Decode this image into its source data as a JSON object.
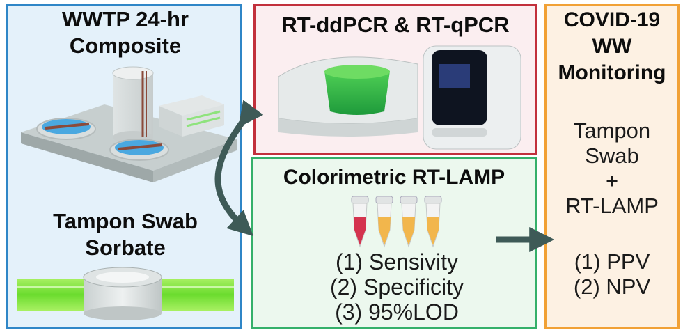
{
  "left_panel": {
    "title_line1": "WWTP 24-hr",
    "title_line2": "Composite",
    "subtitle_line1": "Tampon Swab",
    "subtitle_line2": "Sorbate"
  },
  "qpcr_panel": {
    "title": "RT-ddPCR & RT-qPCR"
  },
  "lamp_panel": {
    "title": "Colorimetric RT-LAMP",
    "items": [
      "(1) Sensivity",
      "(2) Specificity",
      "(3) 95%LOD"
    ]
  },
  "right_panel": {
    "title_line1": "COVID-19",
    "title_line2": "WW",
    "title_line3": "Monitoring",
    "method_line1": "Tampon",
    "method_line2": "Swab",
    "method_plus": "+",
    "method_line3": "RT-LAMP",
    "items": [
      "(1) PPV",
      "(2) NPV"
    ]
  },
  "colors": {
    "left_border": "#2f86c7",
    "qpcr_border": "#c2303c",
    "lamp_border": "#35b06a",
    "right_border": "#f1a136",
    "arrow": "#3e5a57"
  }
}
